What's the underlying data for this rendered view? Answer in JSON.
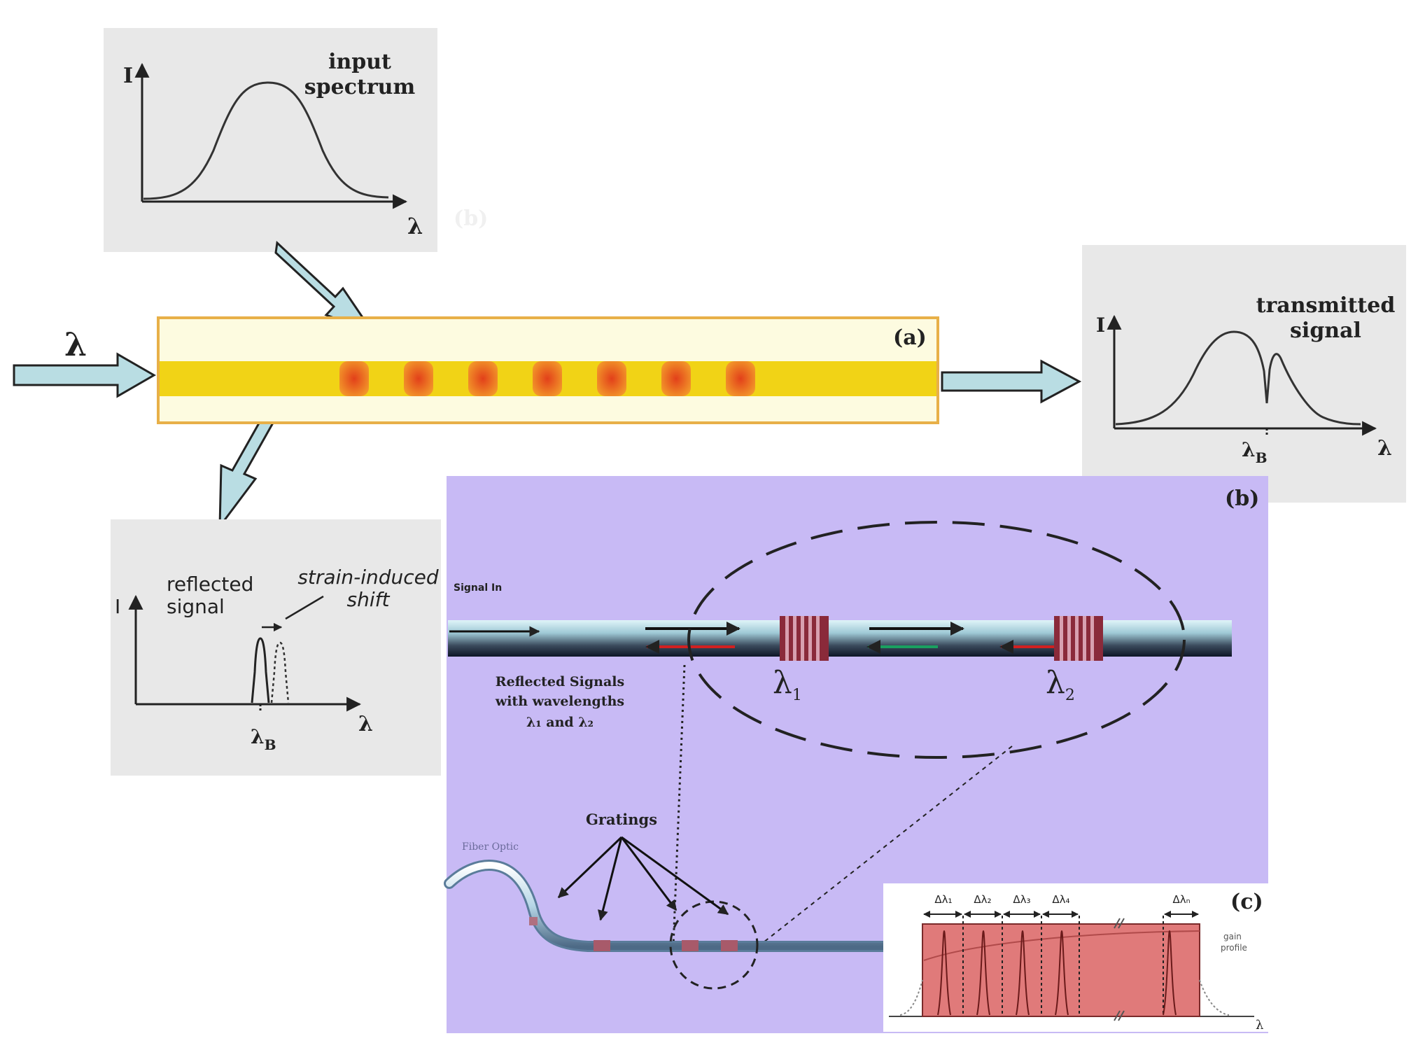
{
  "colors": {
    "panel_gray": "#e8e8e8",
    "arrow_fill": "#b9dde3",
    "fiber_core": "#f1d316",
    "fiber_cladding": "#fdfbe0",
    "fiber_border": "#e8b048",
    "grating_red": "#e64a19",
    "purple_bg": "#c8baf5",
    "gain_fill": "#e07a7a"
  },
  "input_panel": {
    "title_line1": "input",
    "title_line2": "spectrum",
    "y_axis": "I",
    "x_axis": "λ",
    "faint_label": "(b)"
  },
  "main_input": {
    "label": "λ"
  },
  "fiber_panel": {
    "label": "(a)"
  },
  "transmitted_panel": {
    "title_line1": "transmitted",
    "title_line2": "signal",
    "y_axis": "I",
    "x_axis": "λ",
    "bragg_label": "λ",
    "bragg_sub": "B"
  },
  "reflected_panel": {
    "title_line1": "reflected",
    "title_line2": "signal",
    "shift_line1": "strain-induced",
    "shift_line2": "shift",
    "y_axis": "I",
    "x_axis": "λ",
    "bragg_label": "λ",
    "bragg_sub": "B"
  },
  "panel_b": {
    "label": "(b)",
    "signal_in": "Signal In",
    "reflected_line1": "Reflected Signals",
    "reflected_line2": "with wavelengths",
    "reflected_line3": "λ₁ and λ₂",
    "lambda1": "λ",
    "lambda1_sub": "1",
    "lambda2": "λ",
    "lambda2_sub": "2",
    "gratings": "Gratings",
    "fiber_optic": "Fiber Optic"
  },
  "panel_c": {
    "label": "(c)",
    "x_axis": "λ",
    "gain_label_line1": "gain",
    "gain_label_line2": "profile",
    "deltas": [
      "Δλ₁",
      "Δλ₂",
      "Δλ₃",
      "Δλ₄",
      "Δλₙ"
    ]
  }
}
